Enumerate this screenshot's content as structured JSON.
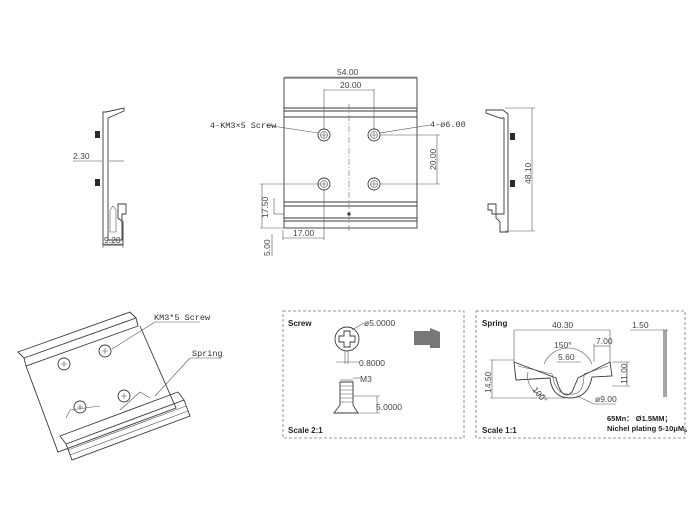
{
  "front_view": {
    "width": "54.00",
    "hole_spacing_h": "20.00",
    "hole_spacing_v": "20.00",
    "screw_label": "4-KM3×5 Screw",
    "hole_label": "4-ø6.00",
    "offset_left": "17.00",
    "height_lower": "17.50",
    "bottom_offset": "5.00"
  },
  "left_side_view": {
    "thickness": "2.30",
    "depth": "9.20"
  },
  "right_side_view": {
    "height": "48.10"
  },
  "iso_view": {
    "screw_label": "KM3*5 Screw",
    "spring_label": "Spring"
  },
  "screw_detail": {
    "title": "Screw",
    "head_diameter": "ø5.0000",
    "slot_width": "0.8000",
    "thread": "M3",
    "length": "5.0000",
    "scale": "Scale 2:1"
  },
  "spring_detail": {
    "title": "Spring",
    "width": "40.30",
    "thickness": "1.50",
    "angle_top": "150°",
    "tab_width": "7.00",
    "slot_width": "5.60",
    "height": "14.50",
    "inner_height": "11.00",
    "angle_side": "100°",
    "bend_diameter": "ø9.00",
    "material": "65Mn： Ø1.5MM；",
    "plating": "Nichel plating 5-10μM。",
    "scale": "Scale 1:1"
  }
}
